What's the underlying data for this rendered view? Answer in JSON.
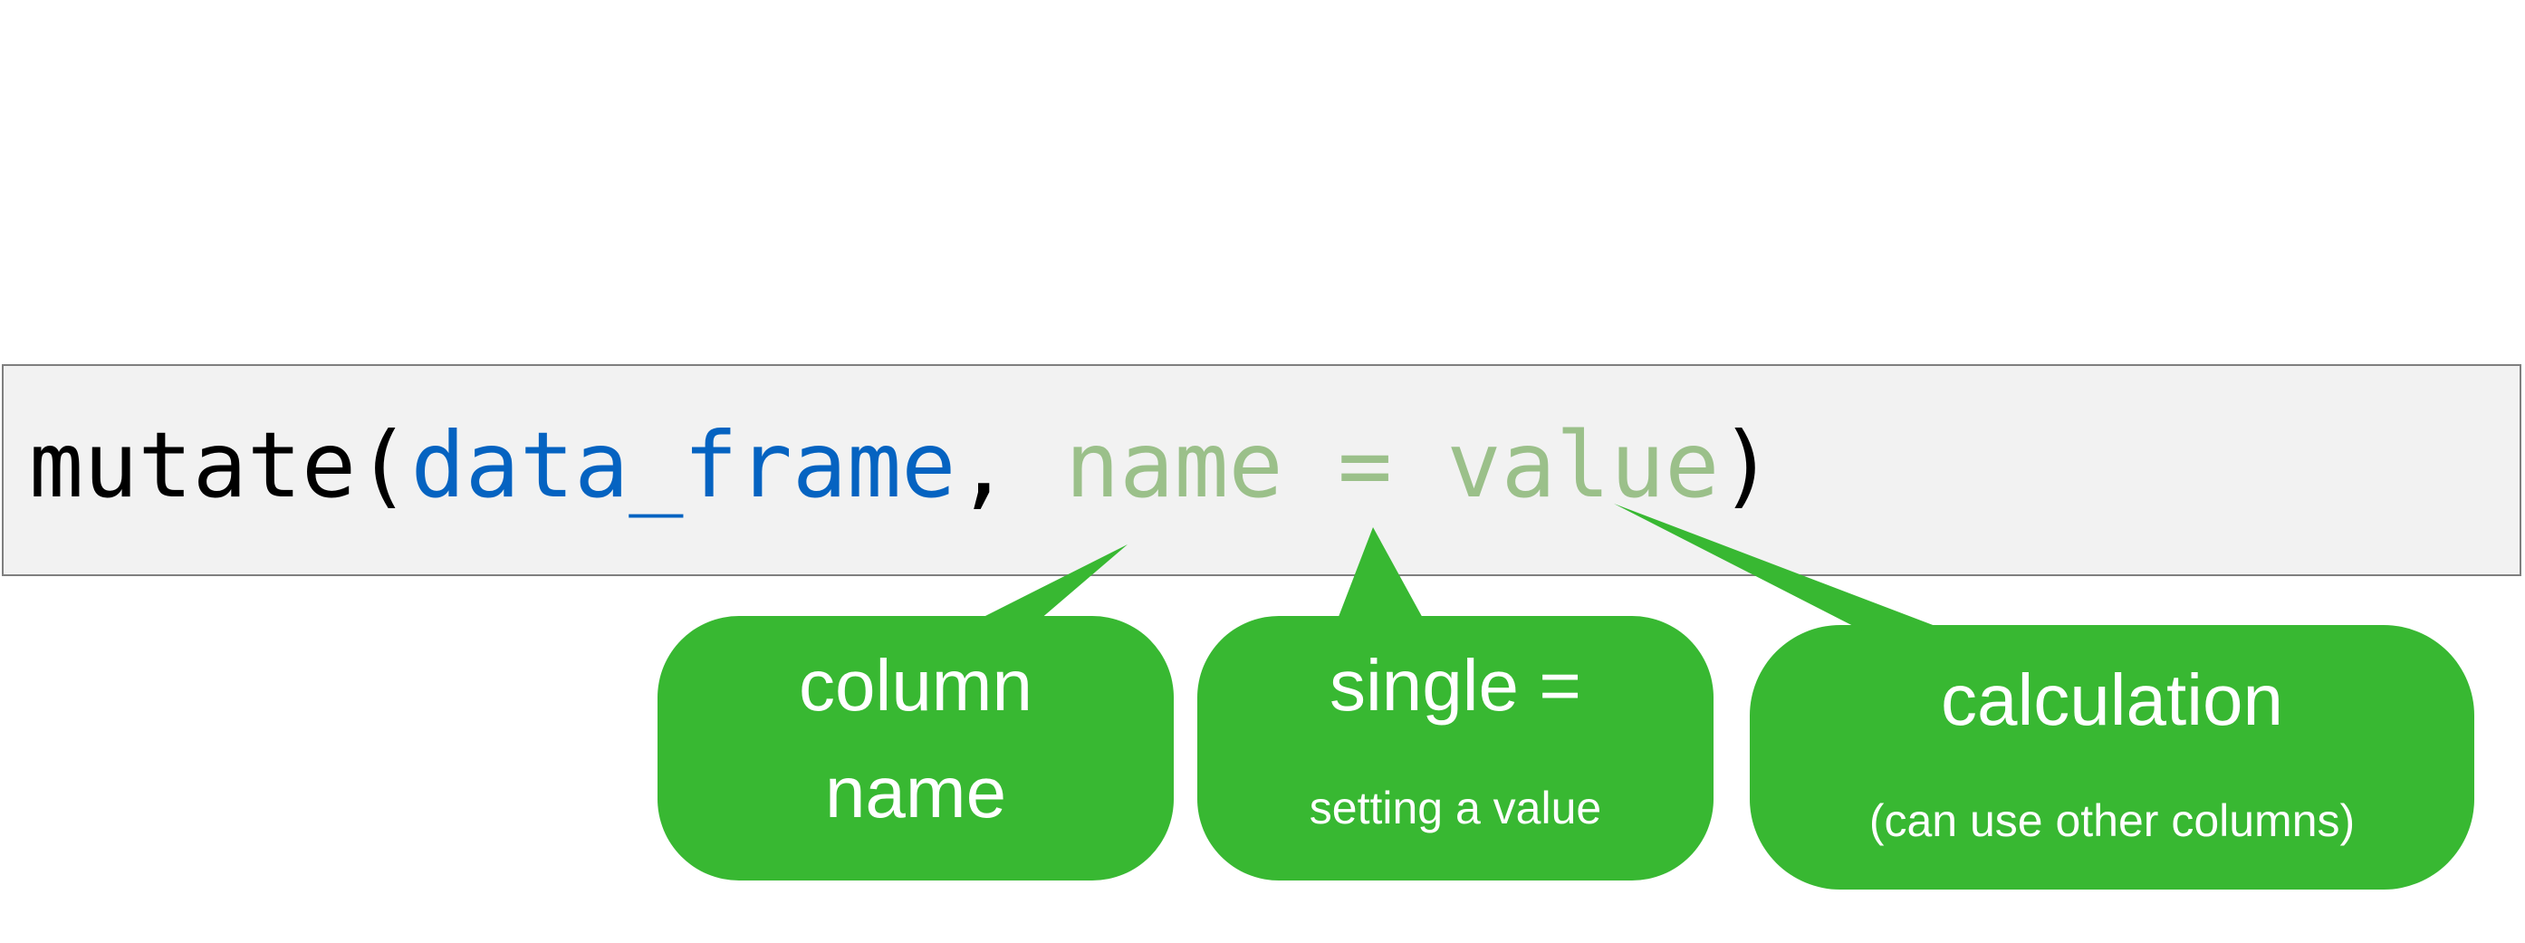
{
  "code": {
    "fn": "mutate",
    "open_paren": "(",
    "arg1": "data_frame",
    "comma": ", ",
    "name": "name",
    "eq": " = ",
    "value": "value",
    "close_paren": ")"
  },
  "colors": {
    "code_default": "#000000",
    "code_arg": "#0563c1",
    "code_param": "#9bc08a",
    "callout_fill": "#38b832",
    "box_fill": "#f2f2f2",
    "box_border": "#7f7f7f"
  },
  "callouts": [
    {
      "line1": "column",
      "line2": "name"
    },
    {
      "line1": "single =",
      "line2": "setting a value"
    },
    {
      "line1": "calculation",
      "line2": "(can use other columns)"
    }
  ]
}
